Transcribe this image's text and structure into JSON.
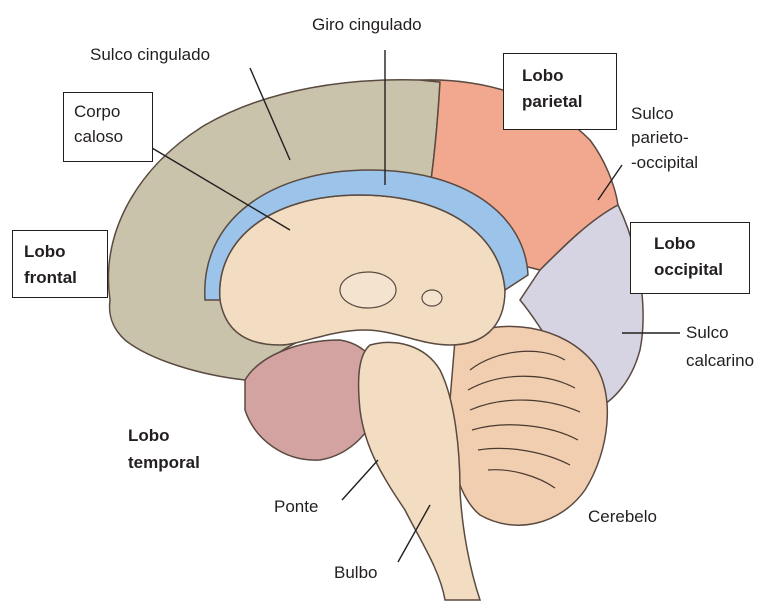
{
  "labels": {
    "giro_cingulado": "Giro cingulado",
    "sulco_cingulado": "Sulco cingulado",
    "corpo_caloso": [
      "Corpo",
      "caloso"
    ],
    "lobo_parietal": [
      "Lobo",
      "parietal"
    ],
    "sulco_parieto_occipital": [
      "Sulco",
      "parieto-",
      "-occipital"
    ],
    "lobo_frontal": [
      "Lobo",
      "frontal"
    ],
    "lobo_occipital": [
      "Lobo",
      "occipital"
    ],
    "sulco_calcarino": [
      "Sulco",
      "calcarino"
    ],
    "lobo_temporal": [
      "Lobo",
      "temporal"
    ],
    "ponte": "Ponte",
    "cerebelo": "Cerebelo",
    "bulbo": "Bulbo"
  },
  "colors": {
    "frontal": "#c9c3ac",
    "parietal": "#f2a88e",
    "occipital": "#d6d3e2",
    "temporal": "#d3a3a2",
    "cingulate": "#9cc3ea",
    "inner": "#f2dcc2",
    "cerebellum": "#f1ceb0",
    "outline": "#5a4a40"
  }
}
